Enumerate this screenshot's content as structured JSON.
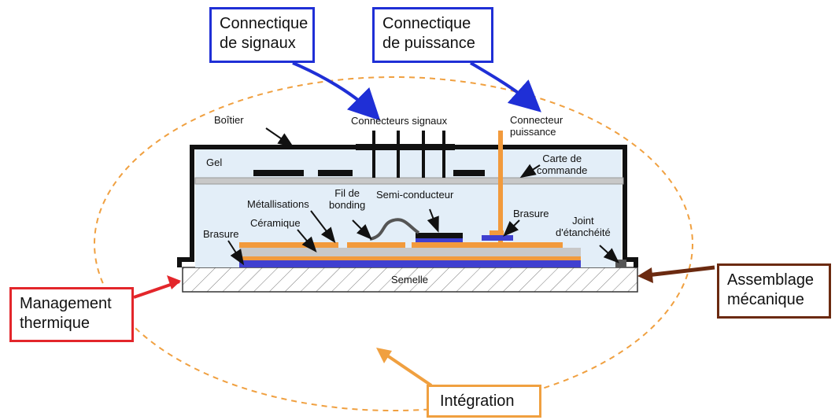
{
  "colors": {
    "signals": "#1f2fd6",
    "power": "#1f2fd6",
    "thermal": "#e3262b",
    "mechanical": "#6b2a10",
    "integration": "#f0a040",
    "gel": "#e3eef8",
    "copper": "#f29a3c",
    "substrate": "#4040d0",
    "board": "#c8c8c8"
  },
  "callouts": {
    "signals": [
      "Connectique",
      "de signaux"
    ],
    "power": [
      "Connectique",
      "de puissance"
    ],
    "thermal": [
      "Management",
      "thermique"
    ],
    "mechanical": [
      "Assemblage",
      "mécanique"
    ],
    "integration": "Intégration"
  },
  "labels": {
    "boitier": "Boîtier",
    "gel": "Gel",
    "connecteurs_signaux": "Connecteurs signaux",
    "connecteur_puissance": [
      "Connecteur",
      "puissance"
    ],
    "carte_commande": [
      "Carte de",
      "commande"
    ],
    "fil_bonding": [
      "Fil de",
      "bonding"
    ],
    "semi_conducteur": "Semi-conducteur",
    "metallisations": "Métallisations",
    "ceramique": "Céramique",
    "brasure_left": "Brasure",
    "brasure_right": "Brasure",
    "joint": [
      "Joint",
      "d'étanchéité"
    ],
    "semelle": "Semelle"
  }
}
